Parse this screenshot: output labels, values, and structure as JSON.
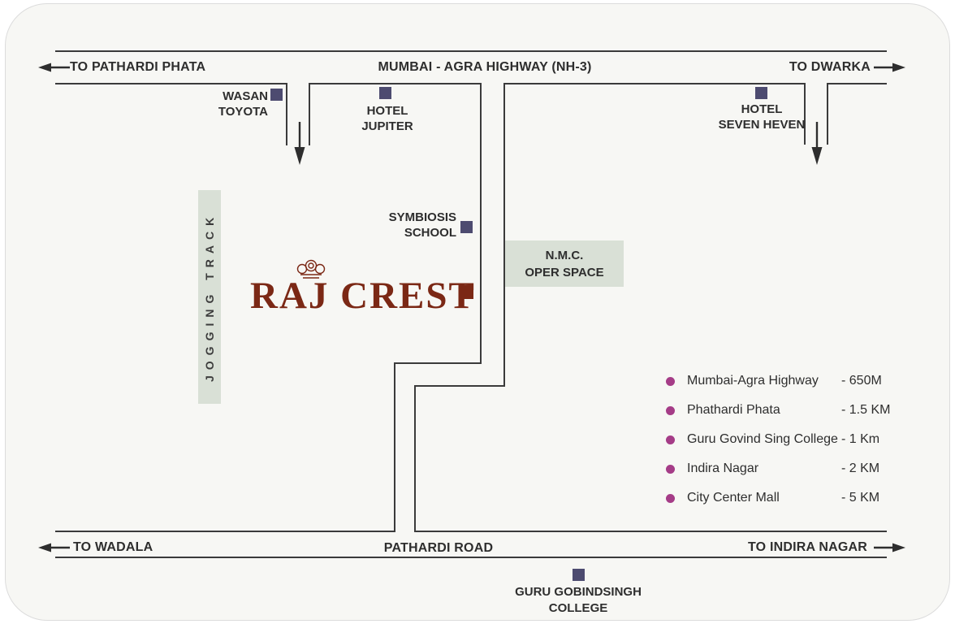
{
  "colors": {
    "card_background": "#f7f7f4",
    "road_line": "#3b3b3b",
    "text": "#2e2e2e",
    "landmark_marker": "#4d4b70",
    "brand_maroon": "#7b2815",
    "legend_bullet": "#a53c87",
    "green_area": "#d9e0d6"
  },
  "top_road": {
    "left_label": "TO PATHARDI PHATA",
    "center_label": "MUMBAI - AGRA HIGHWAY (NH-3)",
    "right_label": "TO DWARKA"
  },
  "bottom_road": {
    "left_label": "TO WADALA",
    "center_label": "PATHARDI ROAD",
    "right_label": "TO INDIRA NAGAR"
  },
  "landmarks": {
    "wasan_toyota": {
      "line1": "WASAN",
      "line2": "TOYOTA"
    },
    "hotel_jupiter": {
      "line1": "HOTEL",
      "line2": "JUPITER"
    },
    "hotel_seven_heven": {
      "line1": "HOTEL",
      "line2": "SEVEN HEVEN"
    },
    "symbiosis_school": {
      "line1": "SYMBIOSIS",
      "line2": "SCHOOL"
    },
    "nmc_open_space": {
      "line1": "N.M.C.",
      "line2": "OPER SPACE"
    },
    "jogging_track": {
      "label": "JOGGING TRACK"
    },
    "guru_gobindsingh_college": {
      "line1": "GURU GOBINDSINGH",
      "line2": "COLLEGE"
    }
  },
  "brand": {
    "name": "RAJ CREST"
  },
  "legend": {
    "items": [
      {
        "name": "Mumbai-Agra Highway",
        "distance": "- 650M"
      },
      {
        "name": "Phathardi Phata",
        "distance": "- 1.5 KM"
      },
      {
        "name": "Guru Govind Sing College",
        "distance": "- 1 Km"
      },
      {
        "name": "Indira Nagar",
        "distance": "- 2 KM"
      },
      {
        "name": "City Center Mall",
        "distance": "- 5 KM"
      }
    ]
  }
}
